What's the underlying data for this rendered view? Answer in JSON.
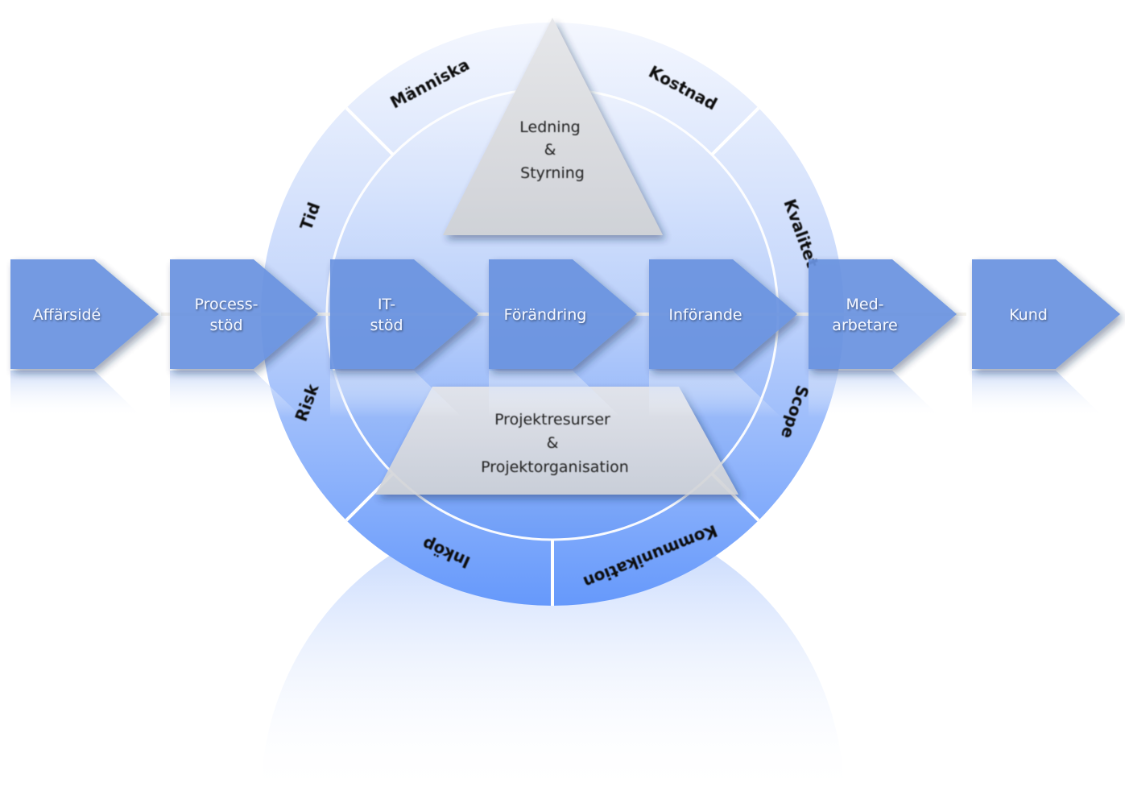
{
  "diagram": {
    "process_steps": [
      {
        "lines": [
          "Affärsidé"
        ]
      },
      {
        "lines": [
          "Process-",
          "stöd"
        ]
      },
      {
        "lines": [
          "IT-",
          "stöd"
        ]
      },
      {
        "lines": [
          "Förändring"
        ]
      },
      {
        "lines": [
          "Införande"
        ]
      },
      {
        "lines": [
          "Med-",
          "arbetare"
        ]
      },
      {
        "lines": [
          "Kund"
        ]
      }
    ],
    "ring_segments": [
      {
        "label": "Människa"
      },
      {
        "label": "Kostnad"
      },
      {
        "label": "Kvalitet"
      },
      {
        "label": "Scope"
      },
      {
        "label": "Kommunikation"
      },
      {
        "label": "Inköp"
      },
      {
        "label": "Risk"
      },
      {
        "label": "Tid"
      }
    ],
    "top_triangle": {
      "lines": [
        "Ledning",
        "&",
        "Styrning"
      ]
    },
    "bottom_trapezoid": {
      "lines": [
        "Projektresurser",
        "&",
        "Projektorganisation"
      ]
    },
    "colors": {
      "arrow_fill": "#6a93e0",
      "ring_light": "#dfe9fd",
      "ring_dark": "#6e9cf7",
      "shape_gray": "#d8dade",
      "divider": "#ffffff"
    }
  }
}
